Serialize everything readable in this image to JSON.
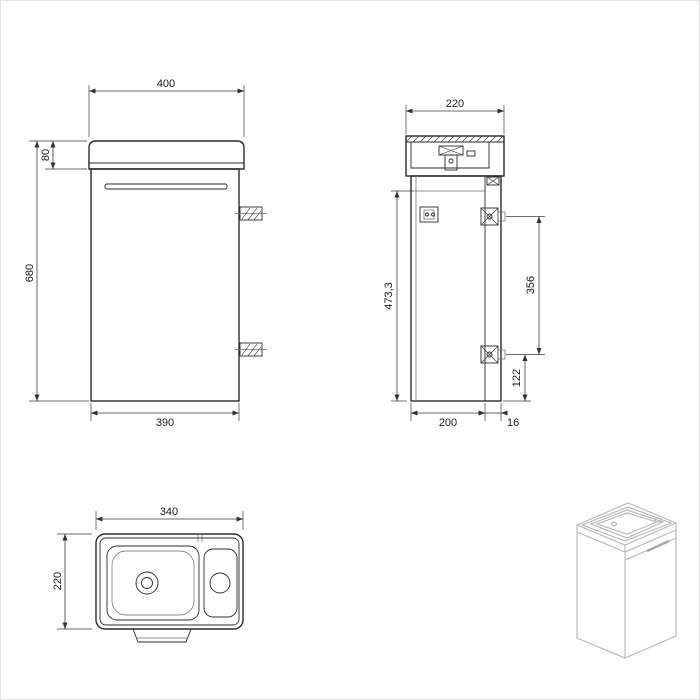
{
  "drawing": {
    "front": {
      "width_top": "400",
      "basin_height": "80",
      "total_height": "680",
      "width_bottom": "390"
    },
    "side": {
      "depth_top": "220",
      "height": "473,3",
      "hinge_span": "356",
      "hinge_floor": "122",
      "depth_body": "200",
      "door_thickness": "16"
    },
    "top": {
      "width": "340",
      "depth": "220"
    }
  },
  "colors": {
    "line": "#2b2b2b",
    "dimension": "#3a3a3a",
    "iso": "#b5b5b5",
    "background": "#ffffff"
  }
}
